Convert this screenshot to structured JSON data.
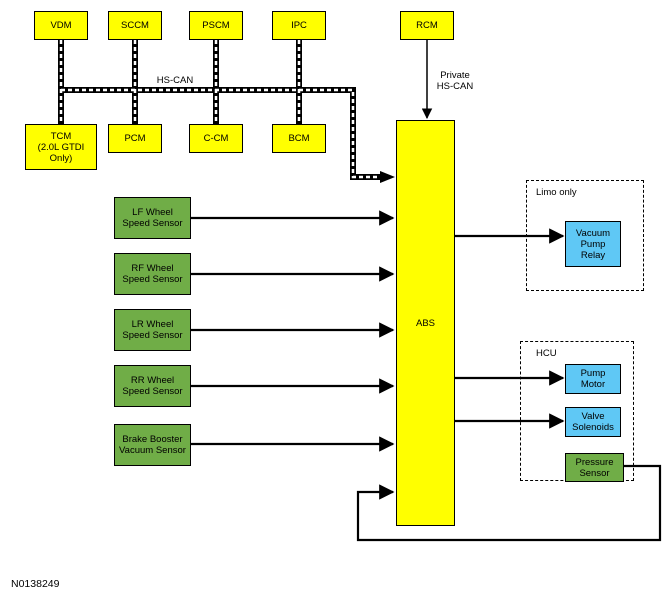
{
  "diagram": {
    "modules_top": {
      "vdm": "VDM",
      "sccm": "SCCM",
      "pscm": "PSCM",
      "ipc": "IPC",
      "rcm": "RCM"
    },
    "modules_bottom": {
      "tcm": "TCM\n(2.0L GTDI\nOnly)",
      "pcm": "PCM",
      "ccm": "C-CM",
      "bcm": "BCM"
    },
    "bus_label": "HS-CAN",
    "private_bus_label": "Private\nHS-CAN",
    "abs": "ABS",
    "sensors": [
      "LF Wheel\nSpeed Sensor",
      "RF Wheel\nSpeed Sensor",
      "LR Wheel\nSpeed Sensor",
      "RR Wheel\nSpeed Sensor",
      "Brake Booster\nVacuum Sensor"
    ],
    "limo_group": {
      "label": "Limo only",
      "relay": "Vacuum\nPump\nRelay"
    },
    "hcu_group": {
      "label": "HCU",
      "pump_motor": "Pump\nMotor",
      "valve_solenoids": "Valve\nSolenoids",
      "pressure_sensor": "Pressure\nSensor"
    },
    "figure_id": "N0138249"
  },
  "colors": {
    "module": "#ffff00",
    "sensor": "#70ad47",
    "actuator": "#5fc8f5"
  }
}
